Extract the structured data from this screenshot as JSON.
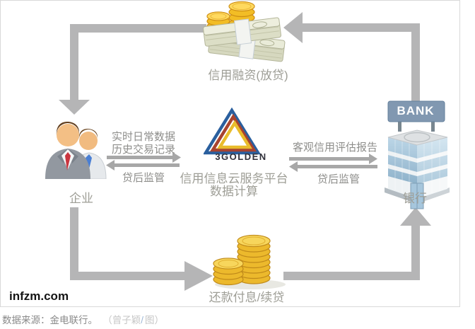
{
  "diagram": {
    "top_label": "信用融资(放贷)",
    "enterprise": {
      "label": "企业"
    },
    "bank": {
      "label": "银行",
      "sign": "BANK"
    },
    "platform": {
      "logo": "3GOLDEN",
      "line1": "信用信息云服务平台",
      "line2": "数据计算"
    },
    "bottom_label": "还款付息/续贷",
    "left_flow": {
      "line1": "实时日常数据",
      "line2": "历史交易记录",
      "back": "贷后监管"
    },
    "right_flow": {
      "line1": "客观信用评估报告",
      "back": "贷后监管"
    },
    "watermark": "infzm.com"
  },
  "caption": {
    "source": "数据来源：金电联行。",
    "credit_pre": "（曾子颖",
    "credit_slash": "/",
    "credit_post": "图）"
  },
  "colors": {
    "cycle_arrow": "#b5b5b6",
    "small_arrow": "#a7a7a7",
    "label_text": "#9e9e96",
    "flow_text": "#8e8e8b",
    "logo_blue": "#2a5f9e",
    "logo_red": "#a8432f",
    "logo_yellow": "#e9bc2b",
    "bank_sign": "#8198b1",
    "coin_gold": "#ecb92c"
  }
}
